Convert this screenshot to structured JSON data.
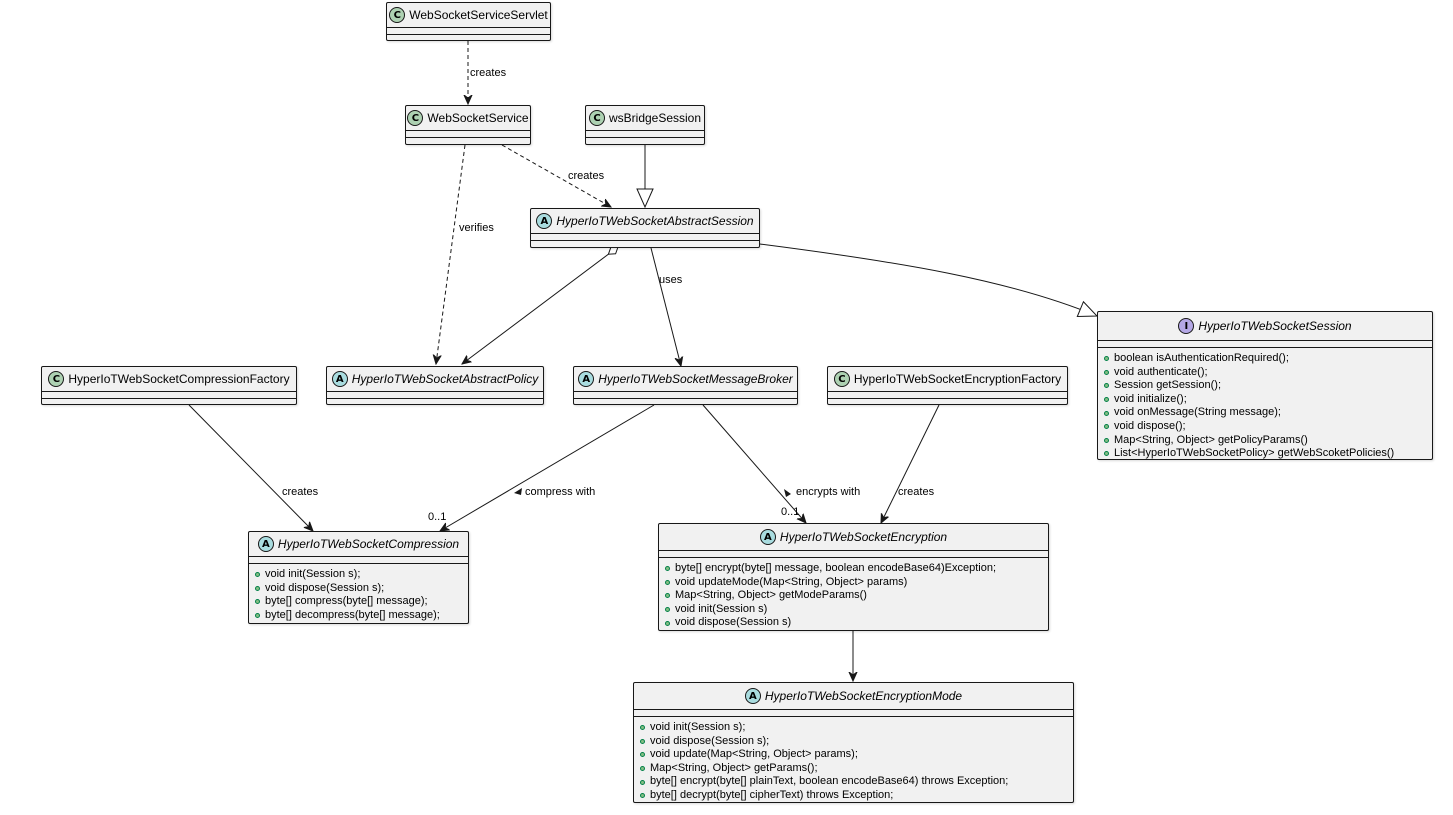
{
  "classes": {
    "servlet": {
      "name": "WebSocketServiceServlet",
      "kind": "C"
    },
    "service": {
      "name": "WebSocketService",
      "kind": "C"
    },
    "bridge": {
      "name": "wsBridgeSession",
      "kind": "C"
    },
    "abstract_session": {
      "name": "HyperIoTWebSocketAbstractSession",
      "kind": "A"
    },
    "session": {
      "name": "HyperIoTWebSocketSession",
      "kind": "I",
      "members": [
        "boolean isAuthenticationRequired();",
        "void authenticate();",
        "Session getSession();",
        "void initialize();",
        "void onMessage(String message);",
        "void dispose();",
        "Map<String, Object> getPolicyParams()",
        "List<HyperIoTWebSocketPolicy> getWebScoketPolicies()"
      ]
    },
    "compression_factory": {
      "name": "HyperIoTWebSocketCompressionFactory",
      "kind": "C"
    },
    "abstract_policy": {
      "name": "HyperIoTWebSocketAbstractPolicy",
      "kind": "A"
    },
    "message_broker": {
      "name": "HyperIoTWebSocketMessageBroker",
      "kind": "A"
    },
    "encryption_factory": {
      "name": "HyperIoTWebSocketEncryptionFactory",
      "kind": "C"
    },
    "compression": {
      "name": "HyperIoTWebSocketCompression",
      "kind": "A",
      "members": [
        "void init(Session s);",
        "void dispose(Session s);",
        "byte[] compress(byte[] message);",
        "byte[] decompress(byte[] message);"
      ]
    },
    "encryption": {
      "name": "HyperIoTWebSocketEncryption",
      "kind": "A",
      "members": [
        "byte[] encrypt(byte[] message, boolean encodeBase64)Exception;",
        "void updateMode(Map<String, Object> params)",
        "Map<String, Object> getModeParams()",
        "void init(Session s)",
        "void dispose(Session s)"
      ]
    },
    "encryption_mode": {
      "name": "HyperIoTWebSocketEncryptionMode",
      "kind": "A",
      "members": [
        "void init(Session s);",
        "void dispose(Session s);",
        "void update(Map<String, Object> params);",
        "Map<String, Object> getParams();",
        "byte[] encrypt(byte[] plainText, boolean encodeBase64) throws Exception;",
        "byte[] decrypt(byte[] cipherText) throws Exception;"
      ]
    }
  },
  "relations": {
    "servlet_creates": "creates",
    "service_creates": "creates",
    "service_verifies": "verifies",
    "session_uses": "uses",
    "compression_factory_creates": "creates",
    "compress_with": "compress with",
    "encrypts_with": "encrypts with",
    "encryption_factory_creates": "creates",
    "mult_compression": "0..1",
    "mult_encryption": "0..1"
  }
}
